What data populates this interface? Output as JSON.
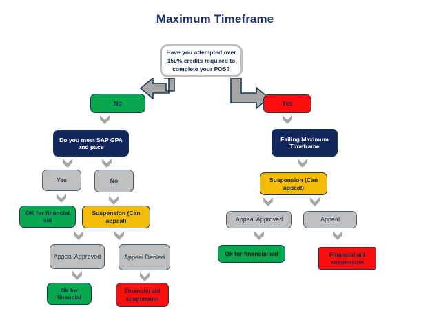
{
  "page": {
    "title": "Maximum Timeframe",
    "background_color": "#ffffff",
    "title_color": "#19306b"
  },
  "palette": {
    "navy": "#12285c",
    "green": "#0aa84e",
    "red": "#fb0e0e",
    "amber": "#f5bb09",
    "gray": "#bfbfbf",
    "outline": "#1b3a57",
    "arrow_fill": "#a6a6a6",
    "arrow_stroke": "#1b3a57",
    "chevron_fill": "#a6a6a6"
  },
  "flow": {
    "root": {
      "label": "Have you attempted over 150% credits required to complete your POS?"
    },
    "left_branch": {
      "decision_label": "No",
      "question": "Do you meet SAP GPA and pace",
      "yes_label": "Yes",
      "no_label": "No",
      "yes_outcome": "OK for financial aid",
      "no_outcome": "Suspension (Can appeal)",
      "appeal_approved": "Appeal Approved",
      "appeal_denied": "Appeal Denied",
      "approved_outcome": "Ok for financial",
      "denied_outcome": "Financial aid suspension"
    },
    "right_branch": {
      "decision_label": "Yes",
      "status": "Failing Maximum Timeframe",
      "suspension": "Suspension (Can appeal)",
      "appeal_approved": "Appeal Approved",
      "appeal": "Appeal",
      "approved_outcome": "Ok for financial aid",
      "appeal_outcome": "Financial aid suspension"
    }
  },
  "icons": {
    "chevron_down": "chevron-down-icon",
    "elbow_left": "elbow-arrow-left-icon",
    "elbow_right": "elbow-arrow-right-icon"
  }
}
